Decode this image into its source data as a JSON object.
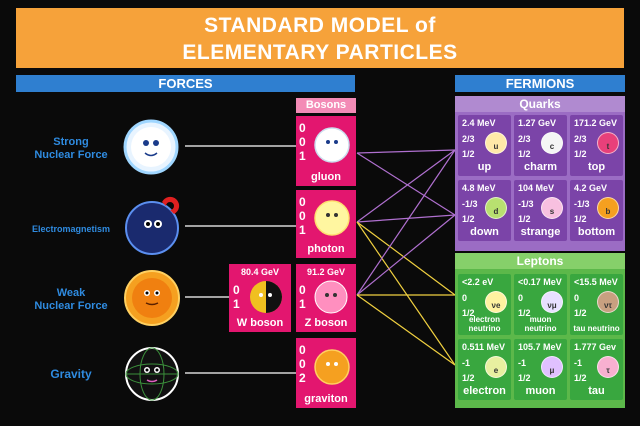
{
  "title": {
    "line1": "STANDARD MODEL of",
    "line2": "ELEMENTARY PARTICLES"
  },
  "forces_header": "FORCES",
  "fermions_header": "FERMIONS",
  "bosons_header": "Bosons",
  "quarks_header": "Quarks",
  "leptons_header": "Leptons",
  "forces": [
    {
      "label_line1": "Strong",
      "label_line2": "Nuclear Force"
    },
    {
      "label_line1": "Electromagnetism",
      "label_line2": ""
    },
    {
      "label_line1": "Weak",
      "label_line2": "Nuclear Force"
    },
    {
      "label_line1": "Gravity",
      "label_line2": ""
    }
  ],
  "bosons": [
    {
      "name": "gluon",
      "mass": "",
      "charge": "0",
      "spin": "1",
      "top": "0"
    },
    {
      "name": "photon",
      "mass": "",
      "charge": "0",
      "spin": "1",
      "top": "0"
    },
    {
      "name": "Z boson",
      "mass": "91.2 GeV",
      "charge": "0",
      "spin": "1",
      "top": ""
    },
    {
      "name": "graviton",
      "mass": "",
      "charge": "0",
      "spin": "2",
      "top": "0"
    }
  ],
  "wboson": {
    "name": "W boson",
    "mass": "80.4 GeV",
    "charge": "0",
    "spin": "1"
  },
  "quarks": [
    {
      "mass": "2.4 MeV",
      "charge": "2/3",
      "spin": "1/2",
      "name": "up",
      "symbol": "u"
    },
    {
      "mass": "1.27 GeV",
      "charge": "2/3",
      "spin": "1/2",
      "name": "charm",
      "symbol": "c"
    },
    {
      "mass": "171.2 GeV",
      "charge": "2/3",
      "spin": "1/2",
      "name": "top",
      "symbol": "t"
    },
    {
      "mass": "4.8 MeV",
      "charge": "-1/3",
      "spin": "1/2",
      "name": "down",
      "symbol": "d"
    },
    {
      "mass": "104 MeV",
      "charge": "-1/3",
      "spin": "1/2",
      "name": "strange",
      "symbol": "s"
    },
    {
      "mass": "4.2 GeV",
      "charge": "-1/3",
      "spin": "1/2",
      "name": "bottom",
      "symbol": "b"
    }
  ],
  "leptons": [
    {
      "mass": "<2.2 eV",
      "charge": "0",
      "spin": "1/2",
      "name": "electron neutrino",
      "symbol": "νe"
    },
    {
      "mass": "<0.17 MeV",
      "charge": "0",
      "spin": "1/2",
      "name": "muon neutrino",
      "symbol": "νμ"
    },
    {
      "mass": "<15.5 MeV",
      "charge": "0",
      "spin": "1/2",
      "name": "tau neutrino",
      "symbol": "ντ"
    },
    {
      "mass": "0.511 MeV",
      "charge": "-1",
      "spin": "1/2",
      "name": "electron",
      "symbol": "e"
    },
    {
      "mass": "105.7 MeV",
      "charge": "-1",
      "spin": "1/2",
      "name": "muon",
      "symbol": "μ"
    },
    {
      "mass": "1.777 Gev",
      "charge": "-1",
      "spin": "1/2",
      "name": "tau",
      "symbol": "τ"
    }
  ],
  "colors": {
    "banner": "#f6a23a",
    "section_bar": "#2f7fd0",
    "boson": "#e3166f",
    "quark": "#7b44a8",
    "lepton": "#39a73f",
    "strong_line": "#b070d0",
    "em_line": "#f0d040"
  }
}
